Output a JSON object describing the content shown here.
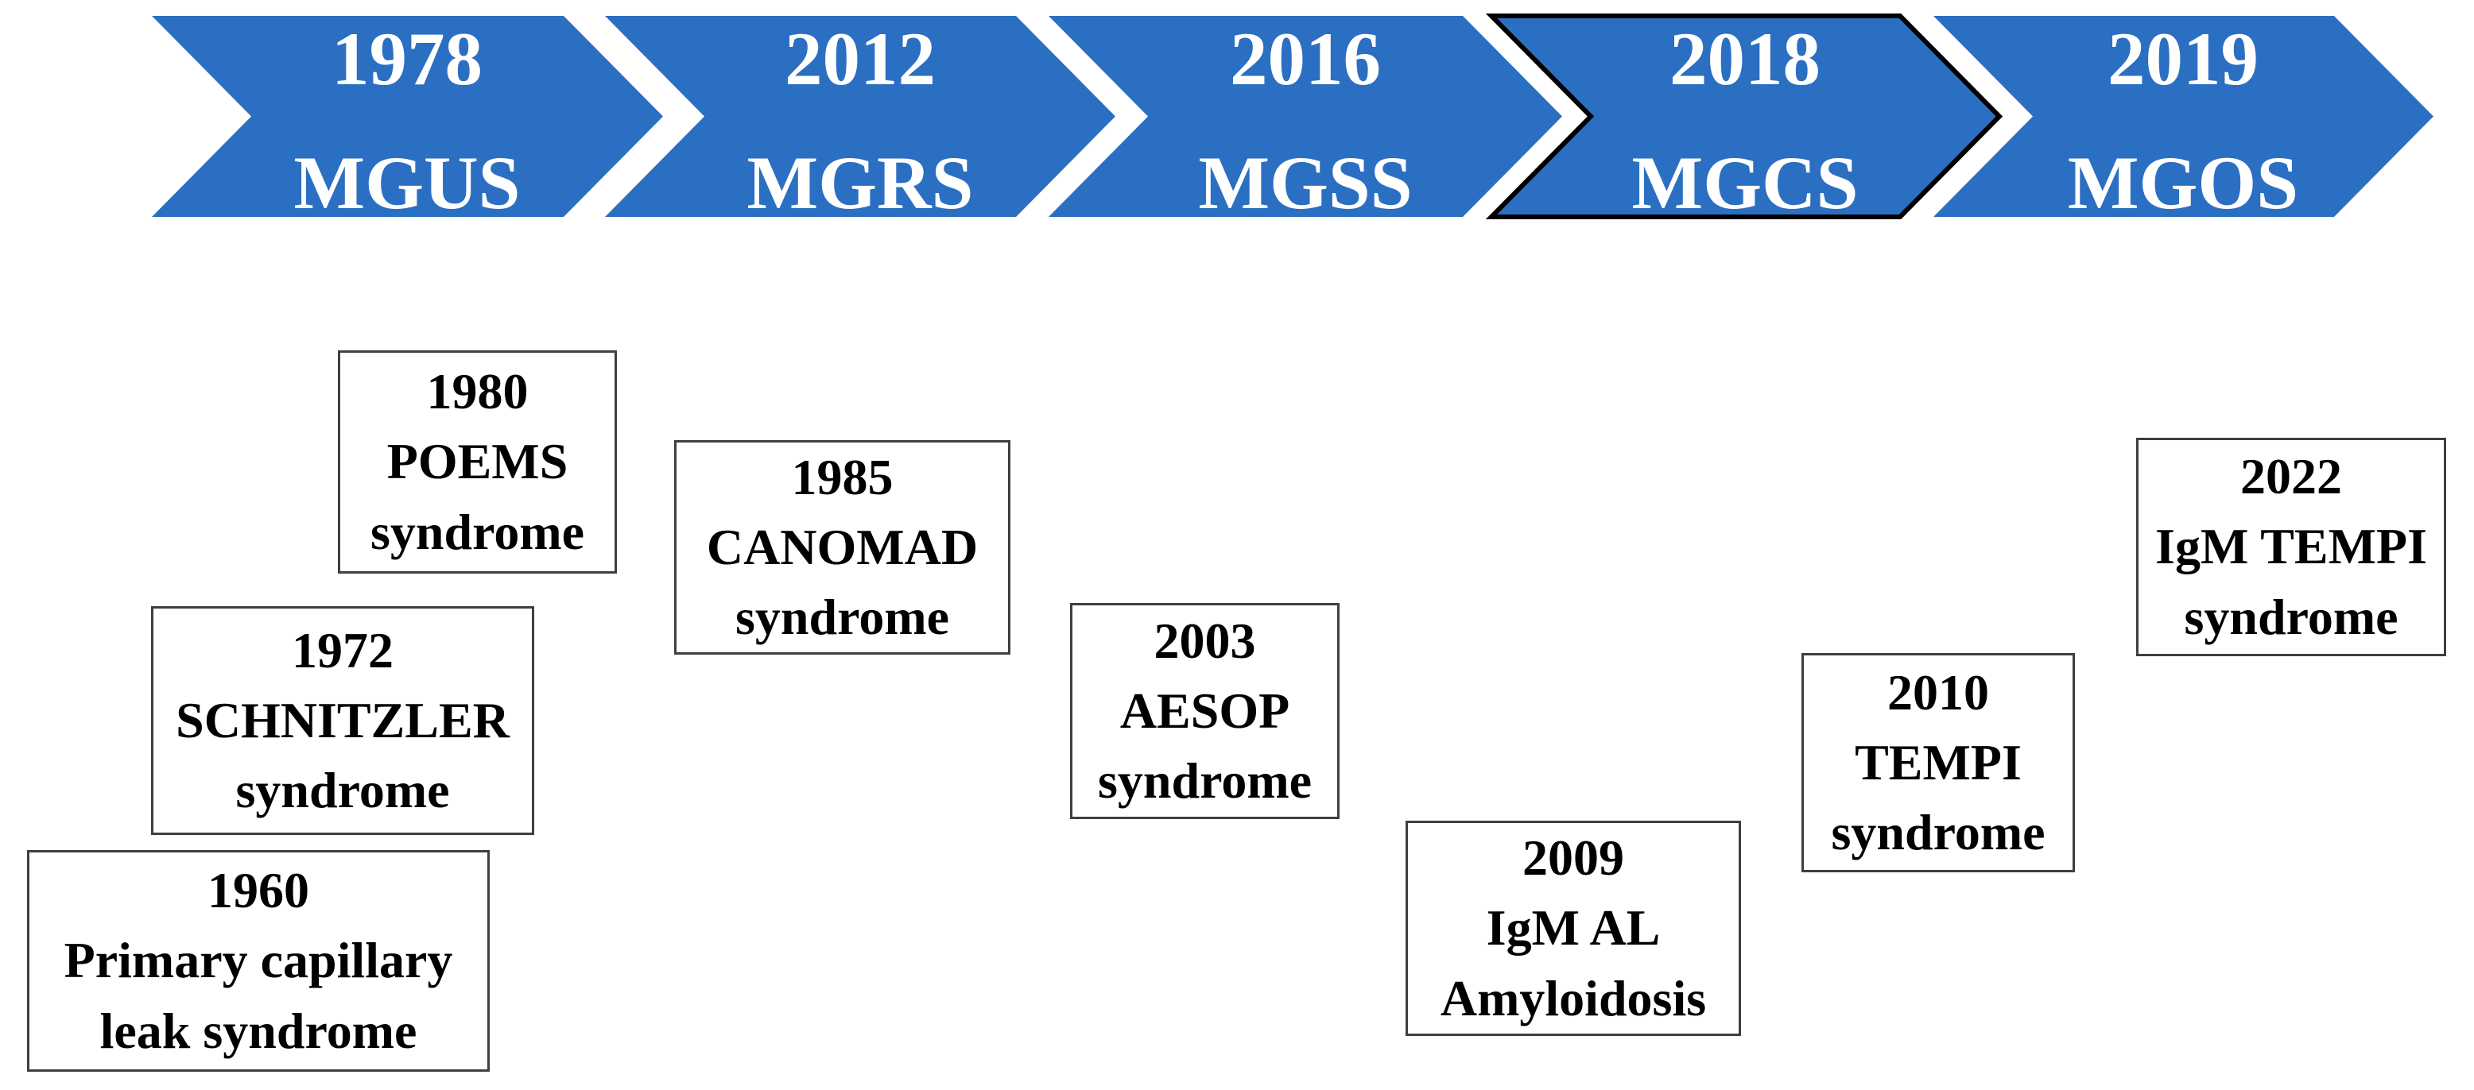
{
  "colors": {
    "chevron_fill": "#2B6FC2",
    "chevron_text": "#FFFFFF",
    "highlight_outline": "#000000",
    "box_border": "#3F3F3F",
    "box_text": "#000000",
    "background": "#FFFFFF"
  },
  "timeline": {
    "milestones": [
      {
        "year": "1978",
        "label": "MGUS",
        "highlighted": false
      },
      {
        "year": "2012",
        "label": "MGRS",
        "highlighted": false
      },
      {
        "year": "2016",
        "label": "MGSS",
        "highlighted": false
      },
      {
        "year": "2018",
        "label": "MGCS",
        "highlighted": true
      },
      {
        "year": "2019",
        "label": "MGOS",
        "highlighted": false
      }
    ]
  },
  "syndromes": [
    {
      "year": "1960",
      "line1": "Primary capillary",
      "line2": "leak syndrome"
    },
    {
      "year": "1972",
      "line1": "SCHNITZLER",
      "line2": "syndrome"
    },
    {
      "year": "1980",
      "line1": "POEMS",
      "line2": "syndrome"
    },
    {
      "year": "1985",
      "line1": "CANOMAD",
      "line2": "syndrome"
    },
    {
      "year": "2003",
      "line1": "AESOP",
      "line2": "syndrome"
    },
    {
      "year": "2009",
      "line1": "IgM AL",
      "line2": "Amyloidosis"
    },
    {
      "year": "2010",
      "line1": "TEMPI",
      "line2": "syndrome"
    },
    {
      "year": "2022",
      "line1": "IgM TEMPI",
      "line2": "syndrome"
    }
  ]
}
